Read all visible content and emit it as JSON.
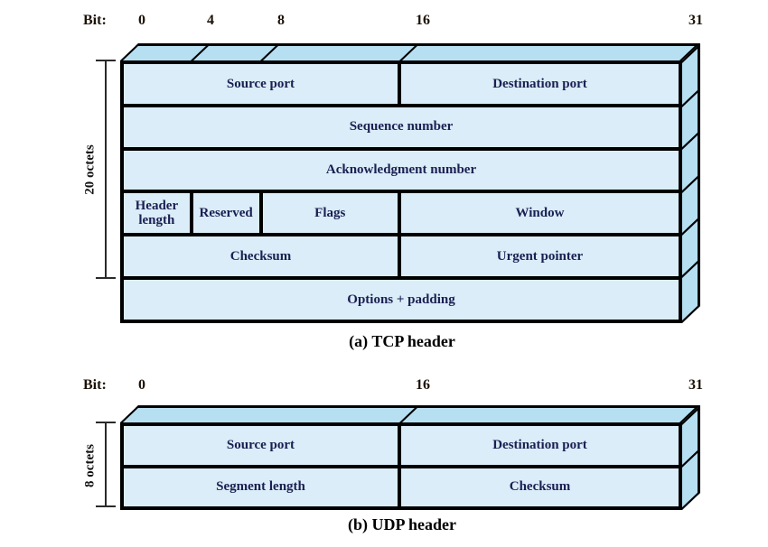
{
  "colors": {
    "face_front": "#daedf8",
    "face_side": "#b7dff2",
    "border": "#000000",
    "cell_text": "#1b1f52",
    "axis_text": "#1c1208",
    "caption_text": "#000000"
  },
  "tcp": {
    "bit_axis_label": "Bit:",
    "bit_ticks": [
      {
        "label": "0"
      },
      {
        "label": "4"
      },
      {
        "label": "8"
      },
      {
        "label": "16"
      },
      {
        "label": "31"
      }
    ],
    "octets_label": "20 octets",
    "caption": "(a) TCP header",
    "rows": [
      {
        "cells": [
          {
            "label": "Source port"
          },
          {
            "label": "Destination port"
          }
        ]
      },
      {
        "cells": [
          {
            "label": "Sequence number"
          }
        ]
      },
      {
        "cells": [
          {
            "label": "Acknowledgment number"
          }
        ]
      },
      {
        "cells": [
          {
            "label": "Header length"
          },
          {
            "label": "Reserved"
          },
          {
            "label": "Flags"
          },
          {
            "label": "Window"
          }
        ]
      },
      {
        "cells": [
          {
            "label": "Checksum"
          },
          {
            "label": "Urgent pointer"
          }
        ]
      },
      {
        "cells": [
          {
            "label": "Options + padding"
          }
        ]
      }
    ]
  },
  "udp": {
    "bit_axis_label": "Bit:",
    "bit_ticks": [
      {
        "label": "0"
      },
      {
        "label": "16"
      },
      {
        "label": "31"
      }
    ],
    "octets_label": "8 octets",
    "caption": "(b) UDP header",
    "rows": [
      {
        "cells": [
          {
            "label": "Source port"
          },
          {
            "label": "Destination port"
          }
        ]
      },
      {
        "cells": [
          {
            "label": "Segment length"
          },
          {
            "label": "Checksum"
          }
        ]
      }
    ]
  }
}
